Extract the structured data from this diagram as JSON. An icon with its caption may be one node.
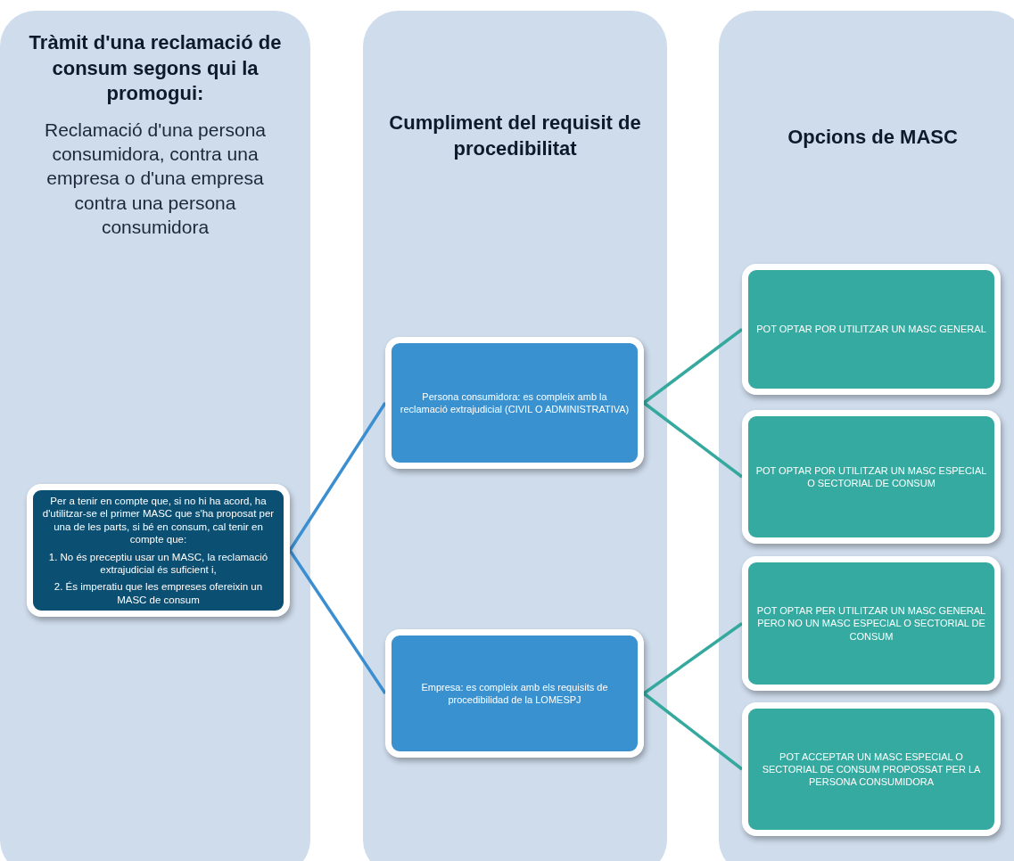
{
  "diagram": {
    "nodes": [
      {
        "text": [
          "Tràmit d'una reclamació de consum segons qui la promogui:",
          "Reclamació d'una persona consumidora, contra una empresa o d'una empresa contra una persona consumidora"
        ]
      },
      {
        "text": [
          "Cumpliment del requisit de procedibilitat"
        ]
      },
      {
        "text": [
          "Opcions de MASC"
        ]
      },
      {
        "text": [
          "Per a tenir en compte que, si no hi ha acord, ha d'utilitzar-se el primer MASC que s'ha proposat per una de les parts, si bé en consum, cal tenir en compte que:",
          "1. No és preceptiu usar un MASC, la reclamació extrajudicial és suficient i,",
          "2. És imperatiu que les empreses ofereixin un MASC de consum"
        ],
        "in": 0
      },
      {
        "text": [
          "Persona consumidora: es compleix amb la reclamació extrajudicial (CIVIL O ADMINISTRATIVA)"
        ],
        "in": 1
      },
      {
        "text": [
          "Empresa: es compleix amb els requisits de procedibilidad de la LOMESPJ"
        ],
        "in": 1
      },
      {
        "text": [
          "POT OPTAR POR UTILITZAR UN MASC GENERAL"
        ],
        "in": 2
      },
      {
        "text": [
          "POT OPTAR POR UTILITZAR UN MASC ESPECIAL O SECTORIAL DE CONSUM"
        ],
        "in": 2
      },
      {
        "text": [
          "POT OPTAR PER UTILITZAR UN MASC GENERAL PERO NO UN MASC ESPECIAL O SECTORIAL DE CONSUM"
        ],
        "in": 2
      },
      {
        "text": [
          "POT ACCEPTAR UN MASC ESPECIAL O SECTORIAL DE CONSUM PROPOSSAT PER LA PERSONA CONSUMIDORA"
        ],
        "in": 2
      }
    ],
    "edges": [
      {
        "from": 3,
        "to": 4,
        "arrow": "none",
        "color": "#3b8fd1"
      },
      {
        "from": 3,
        "to": 5,
        "arrow": "none",
        "color": "#3b8fd1"
      },
      {
        "from": 4,
        "to": 6,
        "arrow": "none"
      },
      {
        "from": 4,
        "to": 7,
        "arrow": "none"
      },
      {
        "from": 5,
        "to": 8,
        "arrow": "none"
      },
      {
        "from": 5,
        "to": 9,
        "arrow": "none"
      }
    ]
  }
}
